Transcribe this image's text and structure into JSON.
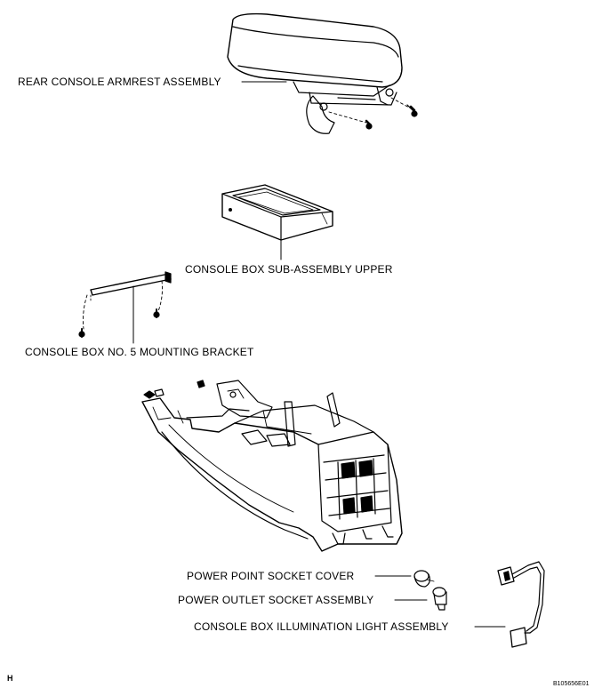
{
  "labels": {
    "armrest": "REAR CONSOLE ARMREST ASSEMBLY",
    "console_upper": "CONSOLE BOX SUB-ASSEMBLY UPPER",
    "bracket": "CONSOLE BOX NO. 5 MOUNTING BRACKET",
    "socket_cover": "POWER POINT SOCKET COVER",
    "outlet_socket": "POWER OUTLET SOCKET ASSEMBLY",
    "illumination": "CONSOLE BOX ILLUMINATION LIGHT ASSEMBLY"
  },
  "corner_mark": "H",
  "figure_code": "B105656E01"
}
